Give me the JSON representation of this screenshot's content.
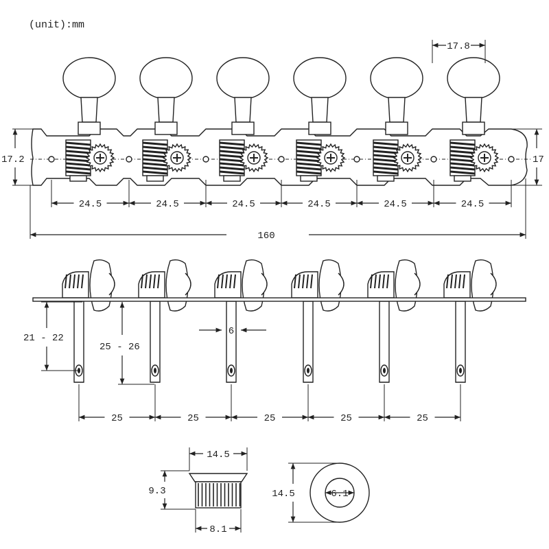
{
  "unit_note": "(unit):mm",
  "top_view": {
    "tuner_count": 6,
    "button_width": "17.8",
    "plate_height_left": "17.2",
    "plate_height_right": "17",
    "spacing_labels": [
      "24.5",
      "24.5",
      "24.5",
      "24.5",
      "24.5",
      "24.5"
    ],
    "total_length": "160"
  },
  "side_view": {
    "tuner_count": 6,
    "shaft_length_a": "21 - 22",
    "shaft_length_b": "25 - 26",
    "shaft_diameter": "6",
    "spacing_labels": [
      "25",
      "25",
      "25",
      "25",
      "25"
    ]
  },
  "bushing": {
    "top_width": "14.5",
    "height": "9.3",
    "bottom_width": "8.1",
    "outer_diameter": "14.5",
    "inner_diameter": "6.1"
  }
}
